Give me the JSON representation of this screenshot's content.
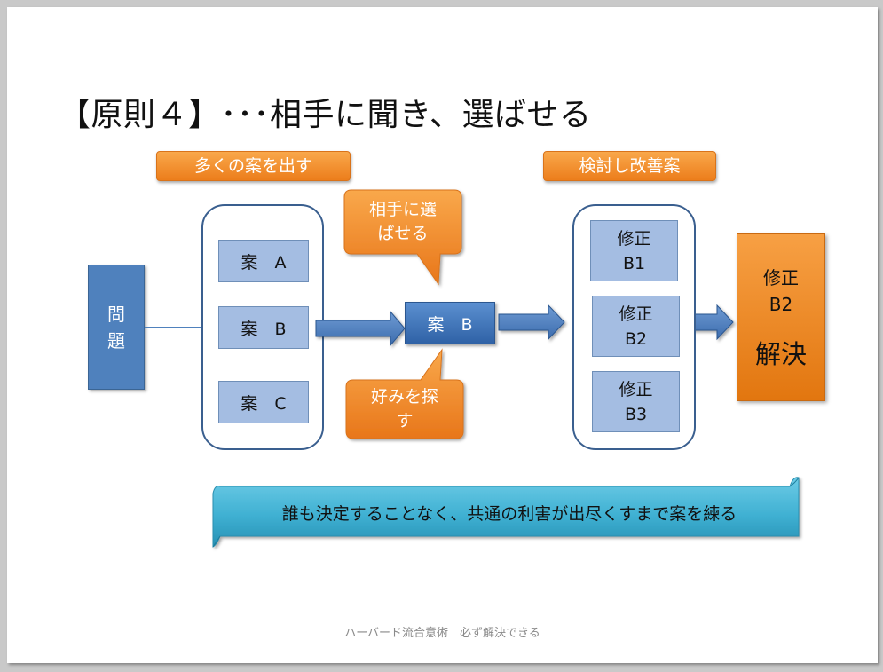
{
  "slide": {
    "title": "【原則４】･･･相手に聞き、選ばせる",
    "problem": {
      "line1": "問",
      "line2": "題"
    },
    "left_label": "多くの案を出す",
    "right_label": "検討し改善案",
    "cases": [
      "案　A",
      "案　B",
      "案　C"
    ],
    "selected_case": "案　B",
    "callout_top": {
      "line1": "相手に選",
      "line2": "ばせる"
    },
    "callout_bottom": {
      "line1": "好みを探",
      "line2": "す"
    },
    "revisions": [
      {
        "line1": "修正",
        "line2": "B1"
      },
      {
        "line1": "修正",
        "line2": "B2"
      },
      {
        "line1": "修正",
        "line2": "B3"
      }
    ],
    "solution": {
      "line1": "修正",
      "line2": "B2",
      "line3": "解決"
    },
    "banner": "誰も決定することなく、共通の利害が出尽くすまで案を練る",
    "footer": "ハーバード流合意術　必ず解決できる"
  },
  "colors": {
    "orange": "#ec7d1b",
    "blue": "#4f81bd",
    "light_blue": "#a4bde2",
    "teal": "#38a9c9",
    "outline_blue": "#3a5f8f"
  }
}
